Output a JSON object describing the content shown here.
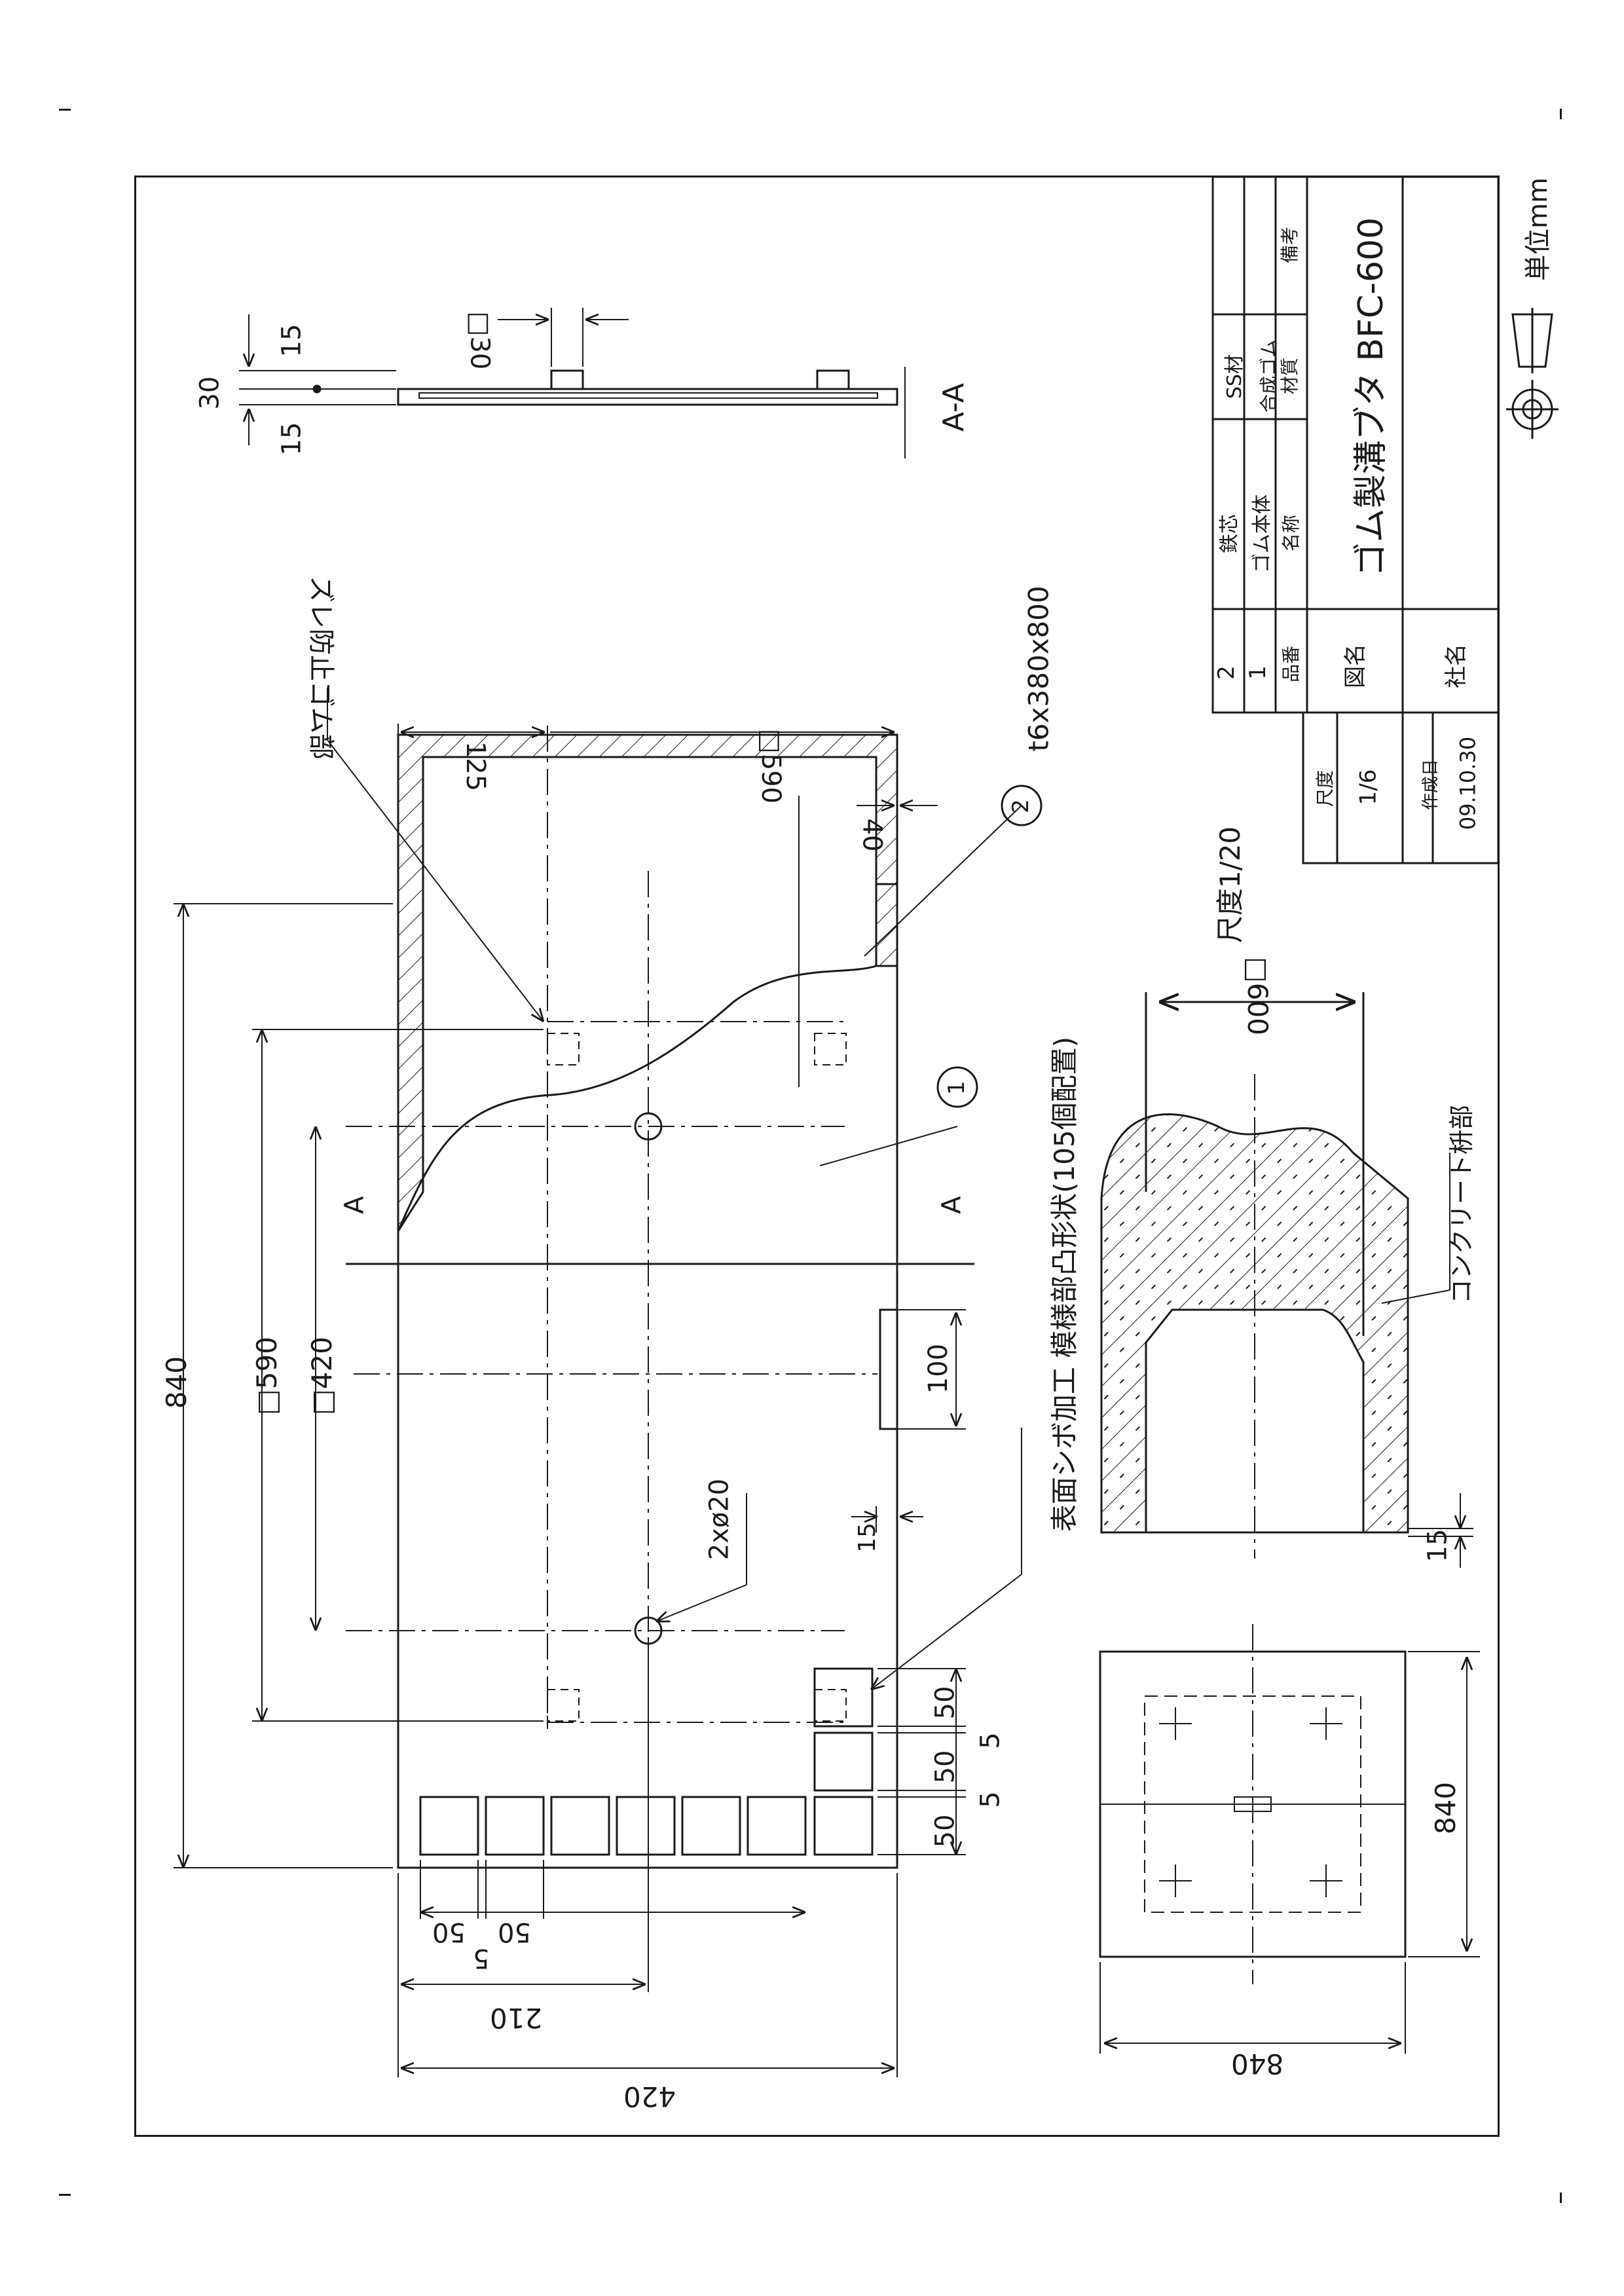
{
  "title_block": {
    "parts": [
      {
        "no": "2",
        "name": "鉄芯",
        "material": "SS材"
      },
      {
        "no": "1",
        "name": "ゴム本体",
        "material": "合成ゴム"
      }
    ],
    "header": {
      "no": "品番",
      "name": "名称",
      "material": "材質",
      "remarks": "備考"
    },
    "drawing_name_label": "図名",
    "drawing_name": "ゴム製溝ブタ BFC-600",
    "company_label": "社名",
    "scale_label": "尺度",
    "scale_value": "1/6",
    "date_label": "作成日",
    "date_value": "09.10.30"
  },
  "units": "単位mm",
  "section_aa": {
    "title": "A-A",
    "dims": {
      "thickness": "30",
      "top": "15",
      "bottom": "15",
      "lug": "□30"
    }
  },
  "plan": {
    "dims": {
      "d840": "840",
      "d590": "□590",
      "d420sq": "□420",
      "d125": "125",
      "d590r": "□590",
      "d40": "40",
      "d100": "100",
      "d15": "15",
      "d5a": "5",
      "d5b": "5",
      "d50a": "50",
      "d50b": "50",
      "d50c": "50",
      "w50a": "50",
      "w50b": "50",
      "w5": "5",
      "w210": "210",
      "w420": "420"
    },
    "notes": {
      "anti_slip": "ズレ防止ゴム部",
      "plate": "t6x380x800",
      "holes": "2xø20",
      "surface": "表面シボ加工 模様部凸形状(105個配置)",
      "section_marker_a": "A",
      "section_marker_b": "A"
    },
    "balloons": [
      "1",
      "2"
    ],
    "scale_note": "尺度1/20"
  },
  "frame_detail": {
    "dims": {
      "d600": "□600",
      "d15": "15"
    },
    "label": "コンクリート枡部"
  },
  "overview": {
    "dims": {
      "w840": "840",
      "h840": "840"
    }
  }
}
